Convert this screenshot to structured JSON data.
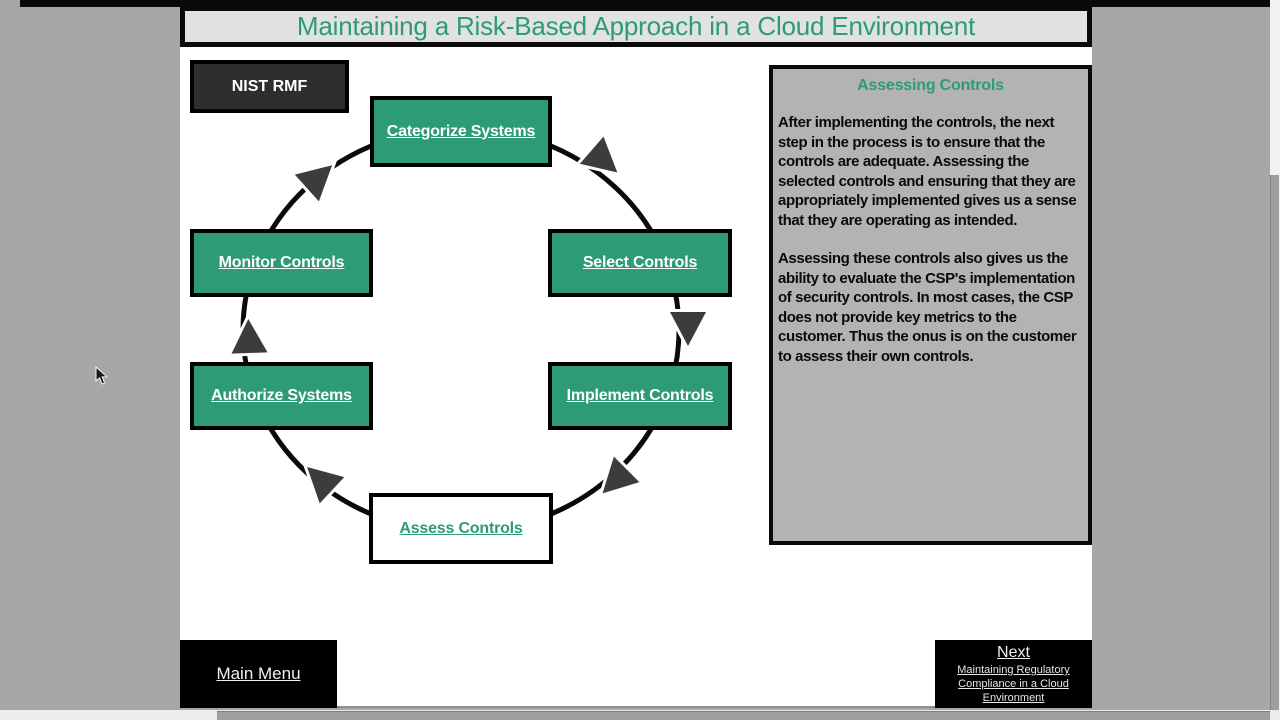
{
  "slide": {
    "title": "Maintaining a Risk-Based Approach in a Cloud Environment"
  },
  "diagram": {
    "framework_label": "NIST RMF",
    "flow": "clockwise",
    "current_step": "Assess Controls",
    "nodes": [
      {
        "label": "Categorize Systems",
        "highlighted": false
      },
      {
        "label": "Select Controls",
        "highlighted": false
      },
      {
        "label": "Implement Controls",
        "highlighted": false
      },
      {
        "label": "Assess Controls",
        "highlighted": true
      },
      {
        "label": "Authorize Systems",
        "highlighted": false
      },
      {
        "label": "Monitor Controls",
        "highlighted": false
      }
    ]
  },
  "panel": {
    "title": "Assessing Controls",
    "paragraphs": [
      "After implementing the controls, the next step in the process is to ensure that the controls are adequate. Assessing the selected controls and ensuring that they are appropriately implemented gives us a sense that they are operating as intended.",
      "Assessing these controls also gives us the ability to evaluate the CSP's implementation of security controls. In most cases, the CSP does not provide key metrics to the customer. Thus the onus is on the customer to assess their own controls."
    ]
  },
  "footer": {
    "main_menu_label": "Main Menu",
    "next_label": "Next",
    "next_target": "Maintaining Regulatory Compliance in a Cloud Environment"
  },
  "colors": {
    "accent_green": "#2d9b73",
    "node_border": "#000000",
    "dark_box": "#2e2e2e",
    "panel_gray": "#b3b3b3",
    "desktop_gray": "#a7a7a7",
    "title_bar_fill": "#e2e2e2",
    "arrowhead_gray": "#3c3c3c",
    "button_black": "#000000"
  }
}
